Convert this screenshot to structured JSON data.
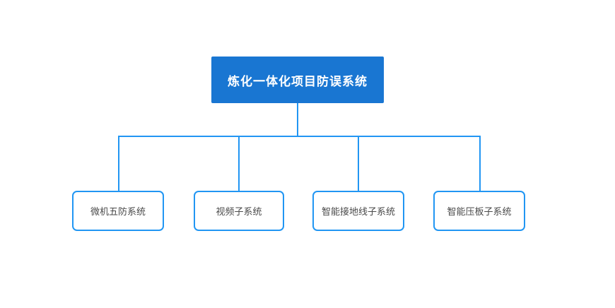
{
  "diagram": {
    "root": {
      "label": "炼化一体化项目防误系统"
    },
    "children": [
      {
        "label": "微机五防系统"
      },
      {
        "label": "视频子系统"
      },
      {
        "label": "智能接地线子系统"
      },
      {
        "label": "智能压板子系统"
      }
    ],
    "colors": {
      "root_fill": "#1976d2",
      "root_text": "#ffffff",
      "connector": "#2196f3",
      "child_border": "#2196f3",
      "child_text": "#4a4a4a",
      "background": "#ffffff"
    }
  }
}
